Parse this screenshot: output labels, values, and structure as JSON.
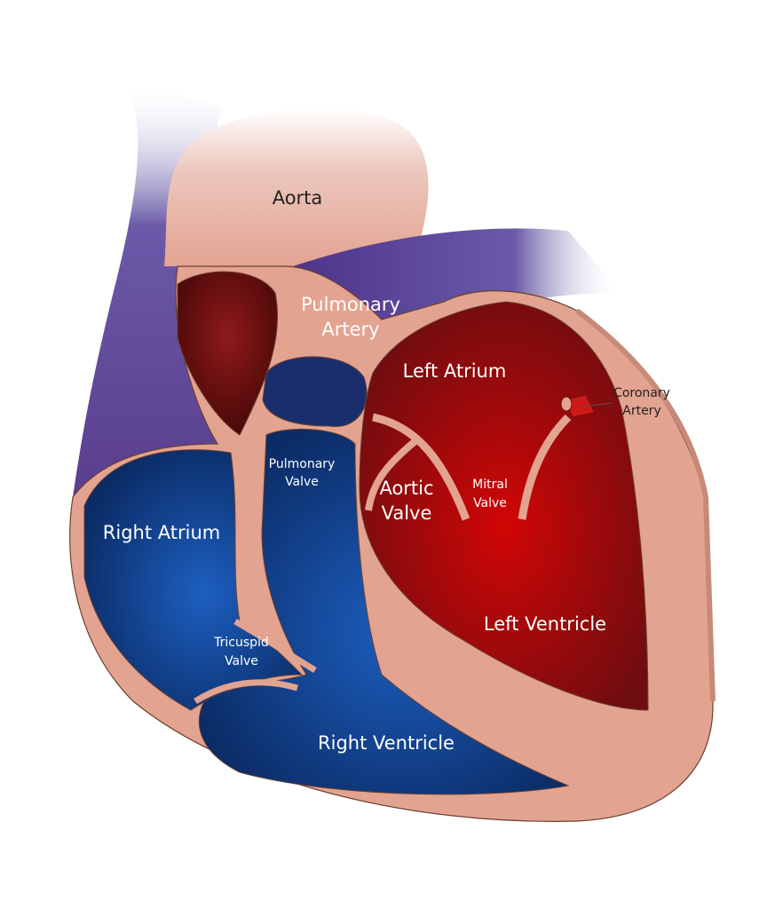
{
  "diagram": {
    "type": "heart-anatomy-cross-section",
    "labels": {
      "aorta": "Aorta",
      "pulmonary_artery": [
        "Pulmonary",
        "Artery"
      ],
      "left_atrium": "Left Atrium",
      "coronary_artery": [
        "Coronary",
        "Artery"
      ],
      "pulmonary_valve": [
        "Pulmonary",
        "Valve"
      ],
      "aortic_valve": [
        "Aortic",
        "Valve"
      ],
      "mitral_valve": [
        "Mitral",
        "Valve"
      ],
      "right_atrium": "Right Atrium",
      "left_ventricle": "Left Ventricle",
      "tricuspid_valve": [
        "Tricuspid",
        "Valve"
      ],
      "right_ventricle": "Right Ventricle"
    },
    "colors": {
      "tissue": "#e3a391",
      "deoxygenated": "#0d3a7a",
      "oxygenated": "#b00d12",
      "vein_purple": "#5a3d8e"
    }
  }
}
